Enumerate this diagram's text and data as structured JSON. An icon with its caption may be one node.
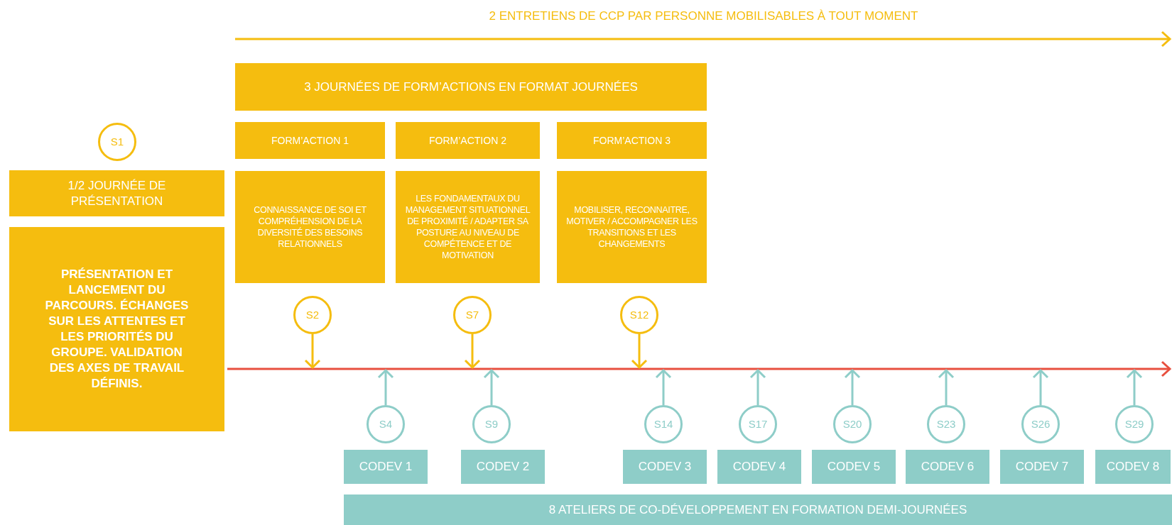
{
  "diagram": {
    "nodes": [
      {
        "text": [
          "3 JOURNÉES DE FORM’ACTIONS EN FORMAT JOURNÉES"
        ]
      },
      {
        "text": [
          "FORM’ACTION 1"
        ]
      },
      {
        "text": [
          "FORM’ACTION 2"
        ]
      },
      {
        "text": [
          "FORM’ACTION 3"
        ]
      },
      {
        "text": [
          "S1"
        ]
      },
      {
        "text": [
          "1/2 JOURNÉE DE PRÉSENTATION"
        ]
      },
      {
        "text": [
          "PRÉSENTATION ET LANCEMENT DU PARCOURS. ÉCHANGES SUR LES ATTENTES ET LES PRIORITÉS DU GROUPE. VALIDATION DES AXES DE TRAVAIL DÉFINIS."
        ]
      },
      {
        "text": [
          "CONNAISSANCE DE SOI ET COMPRÉHENSION DE LA DIVERSITÉ DES BESOINS RELATIONNELS"
        ]
      },
      {
        "text": [
          "LES FONDAMENTAUX DU MANAGEMENT SITUATIONNEL DE PROXIMITÉ / ADAPTER SA POSTURE AU NIVEAU DE COMPÉTENCE ET DE MOTIVATION"
        ]
      },
      {
        "text": [
          "MOBILISER, RECONNAITRE, MOTIVER / ACCOMPAGNER LES TRANSITIONS ET LES CHANGEMENTS"
        ]
      },
      {
        "text": [
          "S2"
        ]
      },
      {
        "text": [
          "S7"
        ]
      },
      {
        "text": [
          "S12"
        ]
      },
      {
        "text": [
          "S4"
        ]
      },
      {
        "text": [
          "S9"
        ]
      },
      {
        "text": [
          "S14"
        ]
      },
      {
        "text": [
          "S17"
        ]
      },
      {
        "text": [
          "S20"
        ]
      },
      {
        "text": [
          "S23"
        ]
      },
      {
        "text": [
          "S26"
        ]
      },
      {
        "text": [
          "S29"
        ]
      },
      {
        "text": [
          "CODEV 1"
        ]
      },
      {
        "text": [
          "CODEV 2"
        ]
      },
      {
        "text": [
          "CODEV 3"
        ]
      },
      {
        "text": [
          "CODEV 4"
        ]
      },
      {
        "text": [
          "CODEV 5"
        ]
      },
      {
        "text": [
          "CODEV 6"
        ]
      },
      {
        "text": [
          "CODEV 7"
        ]
      },
      {
        "text": [
          "CODEV 8"
        ]
      },
      {
        "text": [
          "8 ATELIERS DE CO-DÉVELOPPEMENT EN FORMATION DEMI-JOURNÉES"
        ]
      }
    ],
    "edges": [
      {
        "from": 10,
        "to": null,
        "arrow": "to",
        "color": "#f5bd0f"
      },
      {
        "from": 11,
        "to": null,
        "arrow": "to",
        "color": "#f5bd0f"
      },
      {
        "from": 12,
        "to": null,
        "arrow": "to",
        "color": "#f5bd0f"
      },
      {
        "from": 13,
        "to": null,
        "arrow": "to"
      },
      {
        "from": 14,
        "to": null,
        "arrow": "to"
      },
      {
        "from": 15,
        "to": null,
        "arrow": "to"
      },
      {
        "from": 16,
        "to": null,
        "arrow": "to"
      },
      {
        "from": 17,
        "to": null,
        "arrow": "to"
      },
      {
        "from": 18,
        "to": null,
        "arrow": "to"
      },
      {
        "from": 19,
        "to": null,
        "arrow": "to"
      },
      {
        "from": 20,
        "to": null,
        "arrow": "to"
      }
    ],
    "labels": [
      "2 ENTRETIENS DE CCP PAR PERSONNE MOBILISABLES À TOUT MOMENT"
    ]
  }
}
